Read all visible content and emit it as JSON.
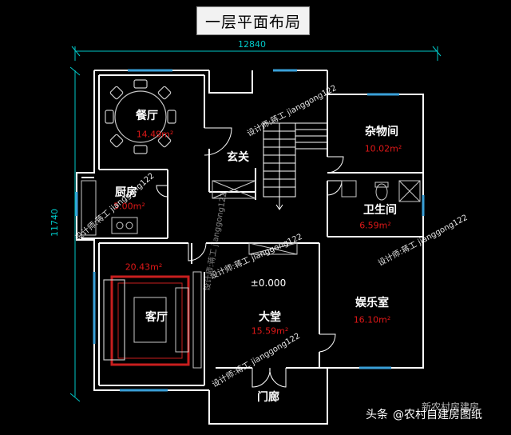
{
  "title": "一层平面布局",
  "dimensions": {
    "width": "12840",
    "height": "11740"
  },
  "rooms": {
    "dining": {
      "name": "餐厅",
      "area": "14.49m²"
    },
    "foyer": {
      "name": "玄关"
    },
    "storage": {
      "name": "杂物间",
      "area": "10.02m²"
    },
    "kitchen": {
      "name": "厨房",
      "area": "5.00m²"
    },
    "bathroom": {
      "name": "卫生间",
      "area": "6.59m²"
    },
    "living": {
      "name": "客厅",
      "area": "20.43m²"
    },
    "hall": {
      "name": "大堂",
      "area": "15.59m²"
    },
    "entertainment": {
      "name": "娱乐室",
      "area": "16.10m²"
    },
    "porch": {
      "name": "门廊"
    }
  },
  "elevation": "±0.000",
  "watermarks": [
    "设计师:蒋工 jianggong122",
    "设计师:蒋工 jianggong122",
    "设计师:蒋工 jianggong122",
    "设计师:蒋工 jianggong122",
    "设计师:蒋工 jianggong122",
    "设计师:蒋工 jianggong122"
  ],
  "footer": {
    "source": "头条",
    "handle": "@农村自建房图纸",
    "overlay": "新农村房建房"
  },
  "colors": {
    "background": "#000000",
    "wall": "#ffffff",
    "dimension": "#00c8c8",
    "area_text": "#e01818",
    "furniture": "#c8c8c8",
    "window": "#3aa0d8",
    "rug_accent": "#c81e1e"
  }
}
